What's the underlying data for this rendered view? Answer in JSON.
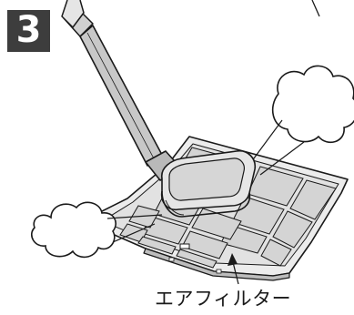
{
  "step": {
    "number": "3"
  },
  "labels": {
    "filter": "エアフィルター"
  },
  "colors": {
    "badge_background": "#3d3d3d",
    "badge_text": "#ffffff",
    "filter_fill": "#ececec",
    "filter_cell": "#d8d8d8",
    "vacuum_body": "#c8c8c8",
    "outline": "#1a1a1a"
  },
  "icons": {
    "step_badge": "step-number-badge",
    "vacuum": "vacuum-cleaner-icon",
    "filter": "air-filter-icon",
    "puff": "dust-cloud-icon",
    "pointer": "arrow-pointer-icon"
  }
}
